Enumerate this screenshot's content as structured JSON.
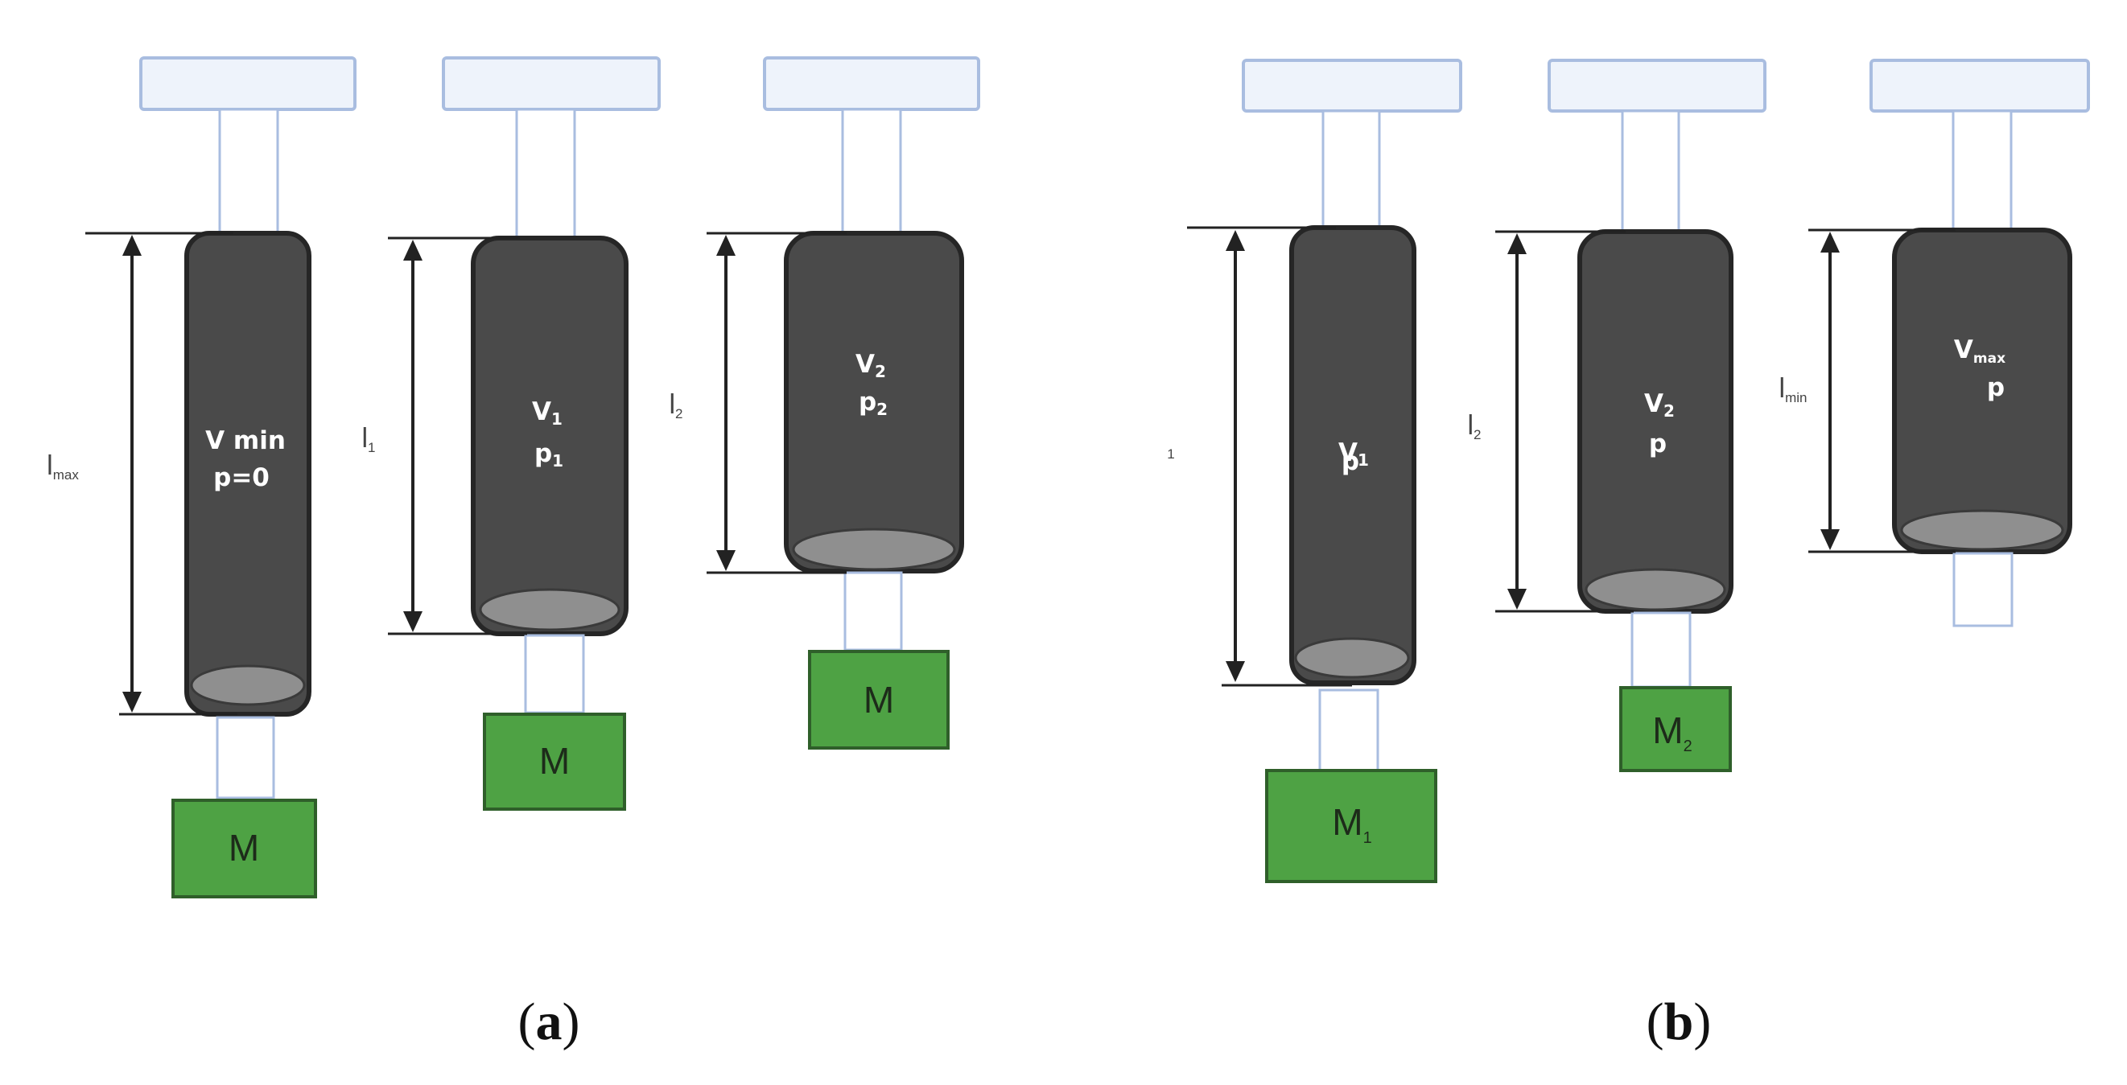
{
  "panels": [
    {
      "label": "a",
      "items": [
        {
          "cyl_line1": "V min",
          "cyl_line2": "p=0",
          "len_main": "l",
          "len_sub": "max",
          "mass_main": "M",
          "mass_sub": ""
        },
        {
          "cyl_line1": "V",
          "cyl_line1_sub": "1",
          "cyl_line2": "p",
          "cyl_line2_sub": "1",
          "len_main": "l",
          "len_sub": "1",
          "mass_main": "M",
          "mass_sub": ""
        },
        {
          "cyl_line1": "V",
          "cyl_line1_sub": "2",
          "cyl_line2": "p",
          "cyl_line2_sub": "2",
          "len_main": "l",
          "len_sub": "2",
          "mass_main": "M",
          "mass_sub": ""
        }
      ]
    },
    {
      "label": "b",
      "items": [
        {
          "cyl_line1": "V",
          "cyl_line1_sub": "1",
          "cyl_line2": "p",
          "len_main": "",
          "len_sub": "1",
          "mass_main": "M",
          "mass_sub": "1"
        },
        {
          "cyl_line1": "V",
          "cyl_line1_sub": "2",
          "cyl_line2": "p",
          "len_main": "l",
          "len_sub": "2",
          "mass_main": "M",
          "mass_sub": "2"
        },
        {
          "cyl_line1": "V",
          "cyl_line1_sub": "max",
          "cyl_line2": "p",
          "len_main": "l",
          "len_sub": "min"
        }
      ]
    }
  ]
}
